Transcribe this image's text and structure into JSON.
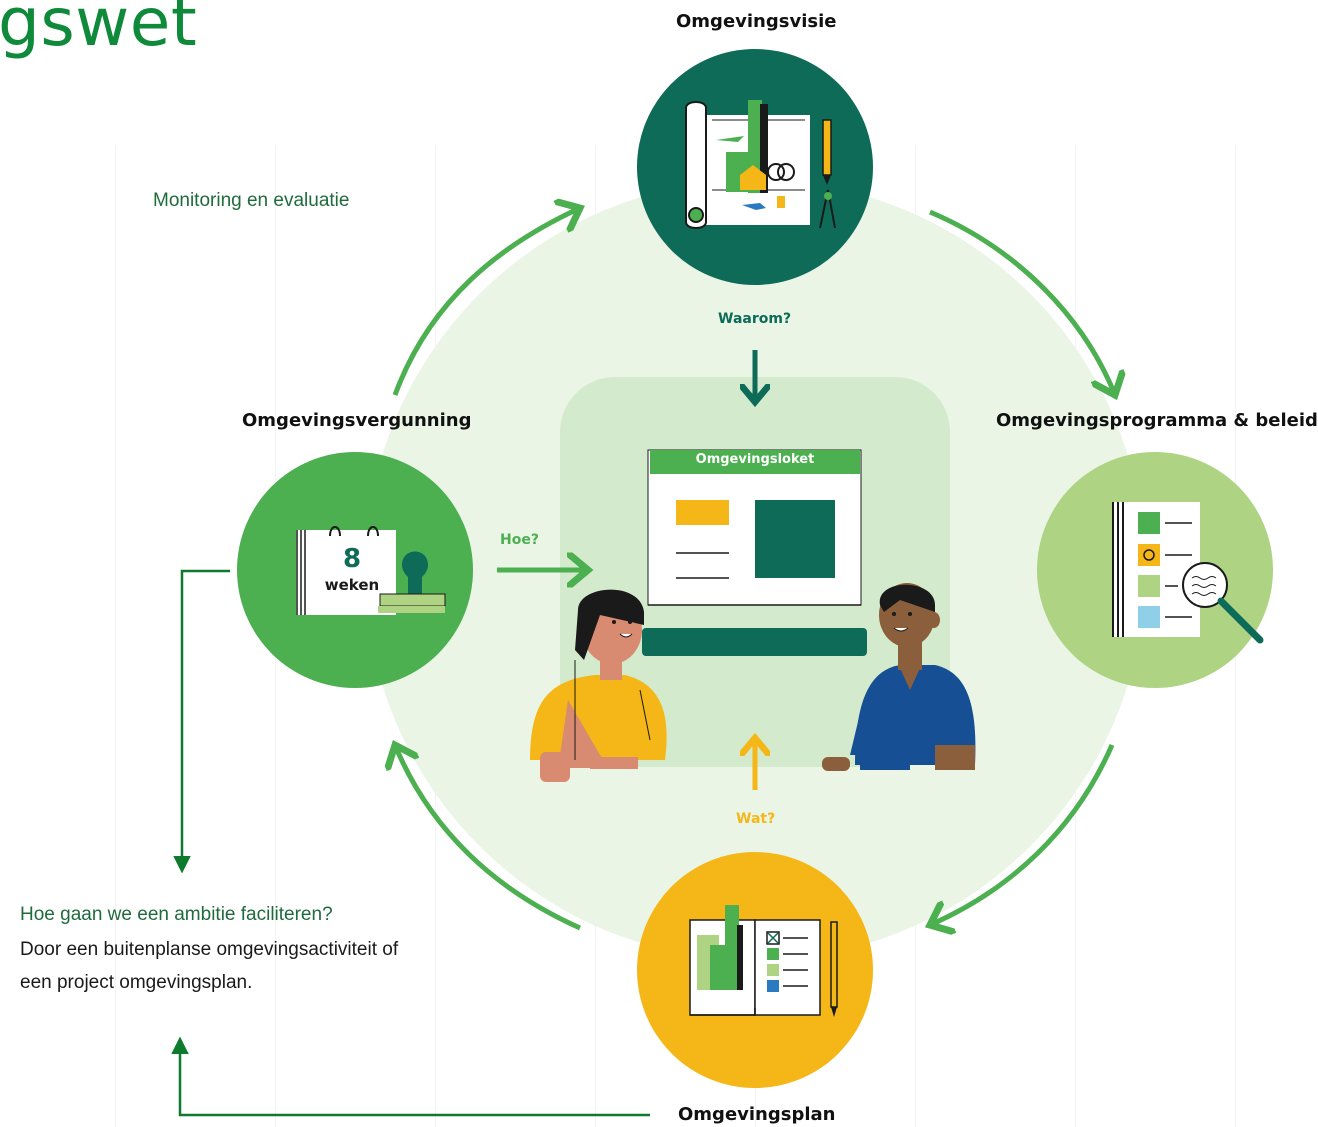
{
  "title_fragment": "gswet",
  "monitoring_label": "Monitoring en evaluatie",
  "nodes": {
    "visie": "Omgevingsvisie",
    "programma": "Omgevingsprogramma & beleid",
    "plan": "Omgevingsplan",
    "vergunning": "Omgevingsvergunning"
  },
  "questions": {
    "waarom": "Waarom?",
    "hoe": "Hoe?",
    "wat": "Wat?"
  },
  "loket": {
    "title": "Omgevingsloket"
  },
  "calendar": {
    "number": "8",
    "unit": "weken"
  },
  "note": {
    "question": "Hoe gaan we een ambitie faciliteren?",
    "line1": "Door een buitenplanse omgevingsactiviteit of",
    "line2": "een project omgevingsplan."
  },
  "colors": {
    "dark_green": "#0d6b57",
    "mid_green": "#4caf50",
    "light_green": "#aed383",
    "yellow": "#f4b717",
    "pale_bg": "#eaf5e6",
    "pale_card": "#d3eacc",
    "arrow_green": "#4caf50"
  }
}
